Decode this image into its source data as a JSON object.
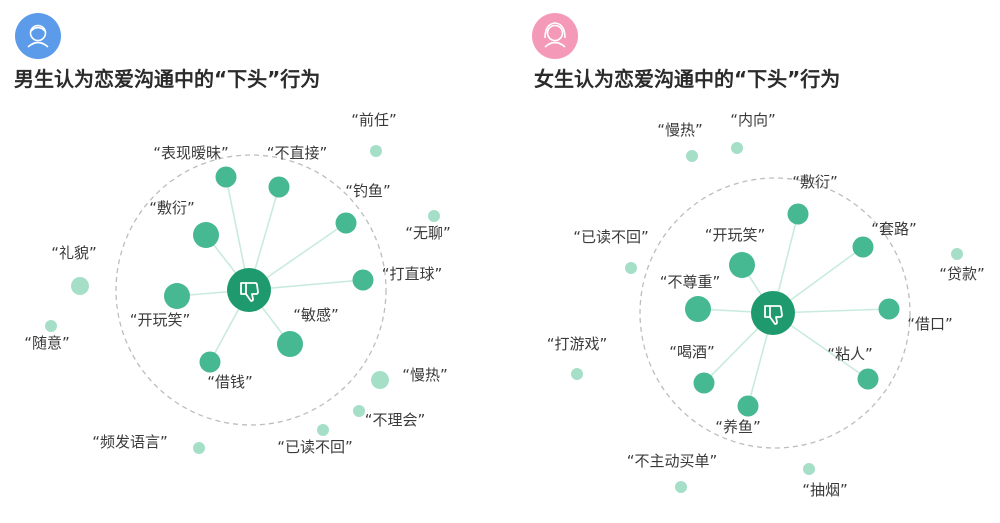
{
  "colors": {
    "node_inner": "#46b892",
    "node_outer": "#a6dfc8",
    "edge": "#c9ebdd",
    "center": "#1f9a6e",
    "ring": "#bdbdbd",
    "male_avatar": "#5b9bea",
    "female_avatar": "#f49ab8"
  },
  "chart_data": [
    {
      "type": "network",
      "title": "男生认为恋爱沟通中的“下头”行为",
      "avatar_icon": "male-avatar-icon",
      "center_icon": "thumbs-down-icon",
      "nodes": [
        {
          "label": "“表现暧昧”",
          "group": "inner",
          "weight": 2
        },
        {
          "label": "“不直接”",
          "group": "inner",
          "weight": 2
        },
        {
          "label": "“敷衍”",
          "group": "inner",
          "weight": 3
        },
        {
          "label": "“钓鱼”",
          "group": "inner",
          "weight": 2
        },
        {
          "label": "“打直球”",
          "group": "inner",
          "weight": 2
        },
        {
          "label": "“敏感”",
          "group": "inner",
          "weight": 3
        },
        {
          "label": "“开玩笑”",
          "group": "inner",
          "weight": 3
        },
        {
          "label": "“借钱”",
          "group": "inner",
          "weight": 2
        },
        {
          "label": "“前任”",
          "group": "outer",
          "weight": 1
        },
        {
          "label": "“无聊”",
          "group": "outer",
          "weight": 1
        },
        {
          "label": "“礼貌”",
          "group": "outer",
          "weight": 2
        },
        {
          "label": "“随意”",
          "group": "outer",
          "weight": 1
        },
        {
          "label": "“慢热”",
          "group": "outer",
          "weight": 2
        },
        {
          "label": "“不理会”",
          "group": "outer",
          "weight": 1
        },
        {
          "label": "“已读不回”",
          "group": "outer",
          "weight": 1
        },
        {
          "label": "“频发语言”",
          "group": "outer",
          "weight": 1
        }
      ]
    },
    {
      "type": "network",
      "title": "女生认为恋爱沟通中的“下头”行为",
      "avatar_icon": "female-avatar-icon",
      "center_icon": "thumbs-down-icon",
      "nodes": [
        {
          "label": "“敷衍”",
          "group": "inner",
          "weight": 2
        },
        {
          "label": "“开玩笑”",
          "group": "inner",
          "weight": 3
        },
        {
          "label": "“套路”",
          "group": "inner",
          "weight": 2
        },
        {
          "label": "“不尊重”",
          "group": "inner",
          "weight": 3
        },
        {
          "label": "“借口”",
          "group": "inner",
          "weight": 2
        },
        {
          "label": "“喝酒”",
          "group": "inner",
          "weight": 2
        },
        {
          "label": "“粘人”",
          "group": "inner",
          "weight": 2
        },
        {
          "label": "“养鱼”",
          "group": "inner",
          "weight": 2
        },
        {
          "label": "“慢热”",
          "group": "outer",
          "weight": 1
        },
        {
          "label": "“内向”",
          "group": "outer",
          "weight": 1
        },
        {
          "label": "“已读不回”",
          "group": "outer",
          "weight": 1
        },
        {
          "label": "“贷款”",
          "group": "outer",
          "weight": 1
        },
        {
          "label": "“打游戏”",
          "group": "outer",
          "weight": 1
        },
        {
          "label": "“不主动买单”",
          "group": "outer",
          "weight": 1
        },
        {
          "label": "“抽烟”",
          "group": "outer",
          "weight": 1
        }
      ]
    }
  ]
}
